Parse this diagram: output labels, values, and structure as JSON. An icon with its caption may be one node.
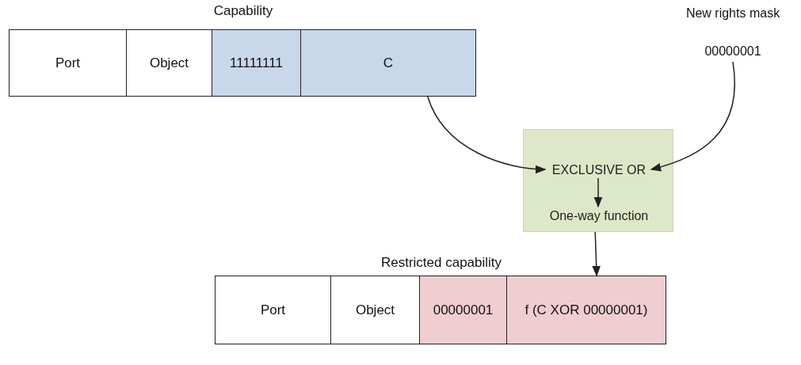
{
  "diagram": {
    "nodes": [
      {
        "text": [
          "Capability"
        ]
      },
      {
        "text": [
          "Port"
        ],
        "in": 0
      },
      {
        "text": [
          "Object"
        ],
        "in": 0
      },
      {
        "text": [
          "11111111"
        ],
        "in": 0
      },
      {
        "text": [
          "C"
        ],
        "in": 0
      },
      {
        "text": [
          "New rights mask",
          "00000001"
        ]
      },
      {
        "text": [],
        "shape": "box"
      },
      {
        "text": [
          "EXCLUSIVE OR"
        ],
        "in": 6
      },
      {
        "text": [
          "One-way function"
        ],
        "in": 6
      },
      {
        "text": [
          "Restricted capability"
        ]
      },
      {
        "text": [
          "Port"
        ],
        "in": 9
      },
      {
        "text": [
          "Object"
        ],
        "in": 9
      },
      {
        "text": [
          "00000001"
        ],
        "in": 9
      },
      {
        "text": [
          "f (C XOR 00000001)"
        ],
        "in": 9
      }
    ],
    "edges": [
      {
        "from": 4,
        "to": 7,
        "arrow": "to"
      },
      {
        "from": 5,
        "to": 7,
        "arrow": "to"
      },
      {
        "from": 7,
        "to": 8,
        "arrow": "to"
      },
      {
        "from": 6,
        "to": 13,
        "arrow": "to"
      }
    ]
  }
}
